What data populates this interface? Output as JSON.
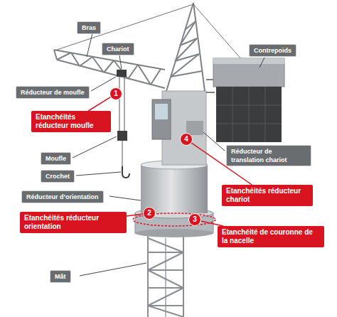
{
  "diagram": {
    "nodes": [
      {
        "text": [
          "Bras"
        ]
      },
      {
        "text": [
          "Chariot"
        ]
      },
      {
        "text": [
          "Contrepoids"
        ]
      },
      {
        "text": [
          "Réducteur de moufle"
        ]
      },
      {
        "text": [
          "1"
        ]
      },
      {
        "text": [
          "Etanchéités réducteur moufle"
        ]
      },
      {
        "text": [
          "4"
        ]
      },
      {
        "text": [
          "Réducteur de translation chariot"
        ]
      },
      {
        "text": [
          "Moufle"
        ]
      },
      {
        "text": [
          "Crochet"
        ]
      },
      {
        "text": [
          "Etanchéités réducteur chariot"
        ]
      },
      {
        "text": [
          "Réducteur d’orientation"
        ]
      },
      {
        "text": [
          "2"
        ]
      },
      {
        "text": [
          "3"
        ]
      },
      {
        "text": [
          "Etanchéités réducteur orientation"
        ]
      },
      {
        "text": [
          "Etanchéité de couronne de la nacelle"
        ]
      },
      {
        "text": [
          "Mât"
        ]
      }
    ],
    "edges": [
      {
        "from": 4,
        "to": 5,
        "arrow": "none"
      },
      {
        "from": 6,
        "to": 10,
        "arrow": "none"
      },
      {
        "from": 12,
        "to": 14,
        "arrow": "none"
      },
      {
        "from": 13,
        "to": 15,
        "arrow": "none"
      }
    ]
  }
}
